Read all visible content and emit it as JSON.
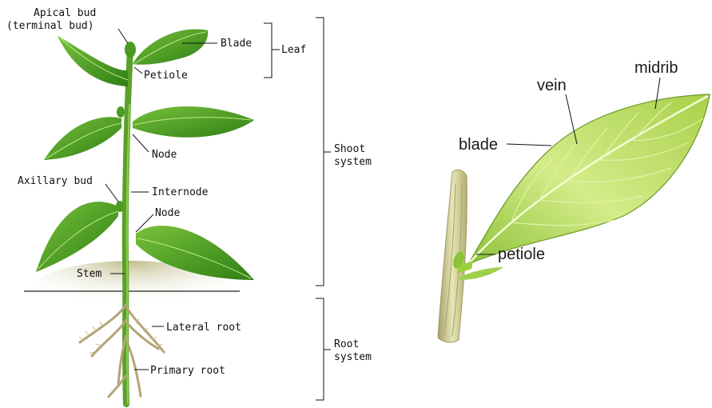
{
  "plant_diagram": {
    "labels": {
      "apical_bud_line1": "Apical bud",
      "apical_bud_line2": "(terminal bud)",
      "blade": "Blade",
      "leaf": "Leaf",
      "petiole": "Petiole",
      "node_upper": "Node",
      "axillary_bud": "Axillary bud",
      "internode": "Internode",
      "node_lower": "Node",
      "stem": "Stem",
      "lateral_root": "Lateral root",
      "primary_root": "Primary root",
      "shoot_system_line1": "Shoot",
      "shoot_system_line2": "system",
      "root_system_line1": "Root",
      "root_system_line2": "system"
    }
  },
  "leaf_diagram": {
    "labels": {
      "vein": "vein",
      "midrib": "midrib",
      "blade": "blade",
      "petiole": "petiole"
    }
  },
  "colors": {
    "leaf_dark": "#3f8f1e",
    "leaf_light": "#7cc23c",
    "stem": "#5aa02a",
    "root": "#b9a978",
    "soil": "#c9c79a",
    "leaf2_fill": "#a9d24a",
    "leaf2_light": "#d9ee8f",
    "leaf2_stem": "#cfd79a"
  }
}
